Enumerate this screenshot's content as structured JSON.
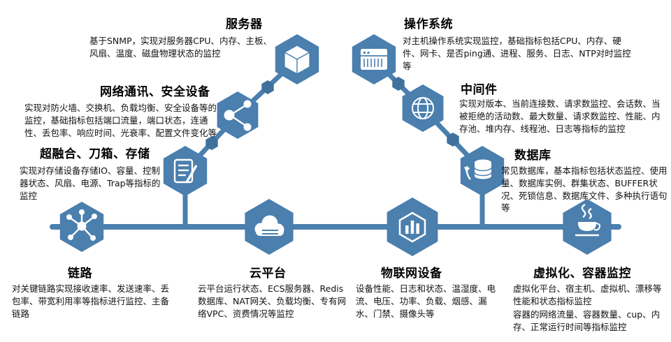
{
  "colors": {
    "accent": "#4a7fae",
    "node_accent": "#3f719c",
    "text": "#111111",
    "background": "#ffffff"
  },
  "icons": {
    "link": "hub-topology-icon",
    "storage": "scroll-pen-icon",
    "network": "share-nodes-icon",
    "server": "cube-icon",
    "os": "server-rack-icon",
    "middleware": "globe-icon",
    "database": "database-refresh-icon",
    "cloud": "cloud-server-icon",
    "iot": "hexagon-bars-icon",
    "virtualization": "java-cup-icon"
  },
  "nodes": {
    "server": {
      "title": "服务器",
      "body": "基于SNMP，实现对服务器CPU、内存、主板、风扇、温度、磁盘物理状态的监控"
    },
    "network": {
      "title": "网络通讯、安全设备",
      "body": "实现对防火墙、交换机、负载均衡、安全设备等的监控，基础指标包括端口流量，端口状态，连通性、丢包率、响应时间、光衰率、配置文件变化等"
    },
    "storage": {
      "title": "超融合、刀箱、存储",
      "body": "实现对存储设备存储IO、容量、控制器状态、风扇、电源、Trap等指标的监控"
    },
    "os": {
      "title": "操作系统",
      "body": "对主机操作系统实现监控，基础指标包括CPU、内存、硬件、网卡、是否ping通、进程、服务、日志、NTP对时监控等"
    },
    "middleware": {
      "title": "中间件",
      "body": "实现对版本、当前连接数、请求数监控、会话数、当被拒绝的活动数、最大数量、请求数监控、性能、内存池、堆内存、线程池、日志等指标的监控"
    },
    "database": {
      "title": "数据库",
      "body": "常见数据库，基本指标包括状态监控、使用量、数据库实例、群集状态、BUFFER状况、死锁信息、数据库文件、多种执行语句等"
    },
    "link": {
      "title": "链路",
      "body": "对关键链路实现接收速率、发送速率、丢包率、带宽利用率等指标进行监控、主备链路"
    },
    "cloud": {
      "title": "云平台",
      "body": "云平台运行状态、ECS服务器、Redis数据库、NAT网关、负载均衡、专有网络VPC、资费情况等监控"
    },
    "iot": {
      "title": "物联网设备",
      "body": "设备性能、日志和状态、温湿度、电流、电压、功率、负载、烟感、漏水、门禁、摄像头等"
    },
    "virtualization": {
      "title": "虚拟化、容器监控",
      "body1": "虚拟化平台、宿主机、虚拟机、漂移等性能和状态指标监控",
      "body2": "容器的网络流量、容器数量、cup、内存、正常运行时间等指标监控"
    }
  }
}
